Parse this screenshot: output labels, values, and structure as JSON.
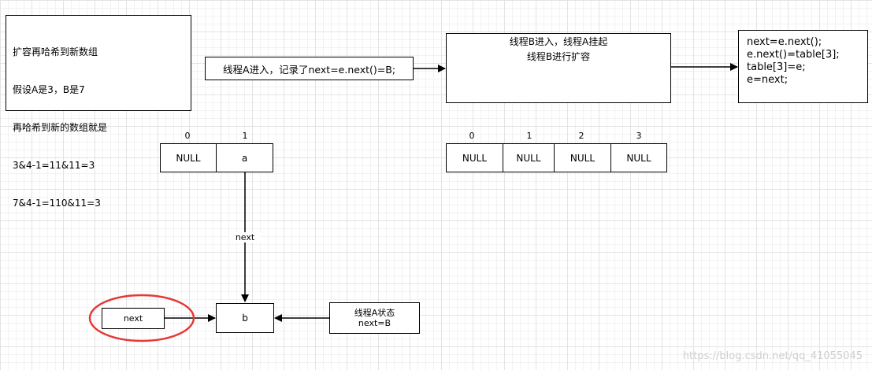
{
  "notes": {
    "rehash": [
      "扩容再哈希到新数组",
      "假设A是3，B是7",
      "再哈希到新的数组就是",
      "3&4-1=11&11=3",
      "7&4-1=110&11=3"
    ],
    "thread_a_enter": "线程A进入，记录了next=e.next()=B;",
    "thread_b": [
      "线程B进入，线程A挂起",
      "线程B进行扩容"
    ],
    "code": [
      "next=e.next();",
      "e.next()=table[3];",
      "table[3]=e;",
      "e=next;"
    ],
    "thread_a_state": [
      "线程A状态",
      "next=B"
    ]
  },
  "old_table": {
    "indices": [
      "0",
      "1"
    ],
    "cells": [
      "NULL",
      "a"
    ]
  },
  "new_table": {
    "indices": [
      "0",
      "1",
      "2",
      "3"
    ],
    "cells": [
      "NULL",
      "NULL",
      "NULL",
      "NULL"
    ]
  },
  "nodes": {
    "b": "b",
    "next": "next",
    "edge_label": "next"
  },
  "colors": {
    "highlight": "#e53935",
    "stroke": "#000000"
  },
  "watermark": "https://blog.csdn.net/qq_41055045"
}
